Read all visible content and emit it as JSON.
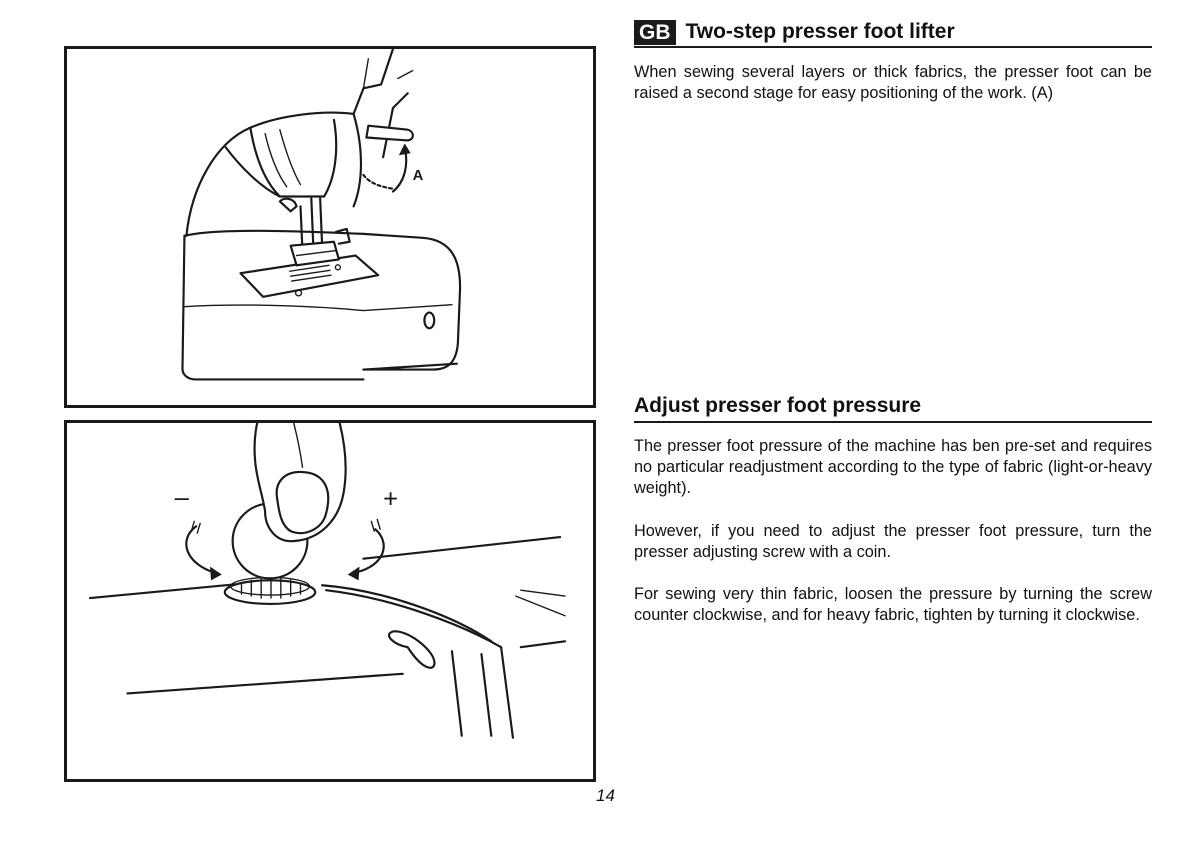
{
  "section1": {
    "badge": "GB",
    "title": "Two-step presser foot lifter",
    "text": "When sewing several layers or thick fabrics, the presser foot can be raised a second stage for easy positioning of the work. (A)"
  },
  "figure1": {
    "callout": "A"
  },
  "section2": {
    "title": "Adjust presser foot pressure",
    "paragraphs": [
      "The presser foot pressure of the machine has ben pre-set and requires no particular readjustment according to the type of fabric (light-or-heavy weight).",
      "However, if you need to adjust the presser foot pressure, turn the presser adjusting screw with a coin.",
      "For sewing very thin fabric, loosen the pressure by turning the screw counter clockwise, and for heavy fabric, tighten by turning it clockwise."
    ]
  },
  "figure2": {
    "minus_label": "–",
    "plus_label": "+"
  },
  "page_number": "14"
}
